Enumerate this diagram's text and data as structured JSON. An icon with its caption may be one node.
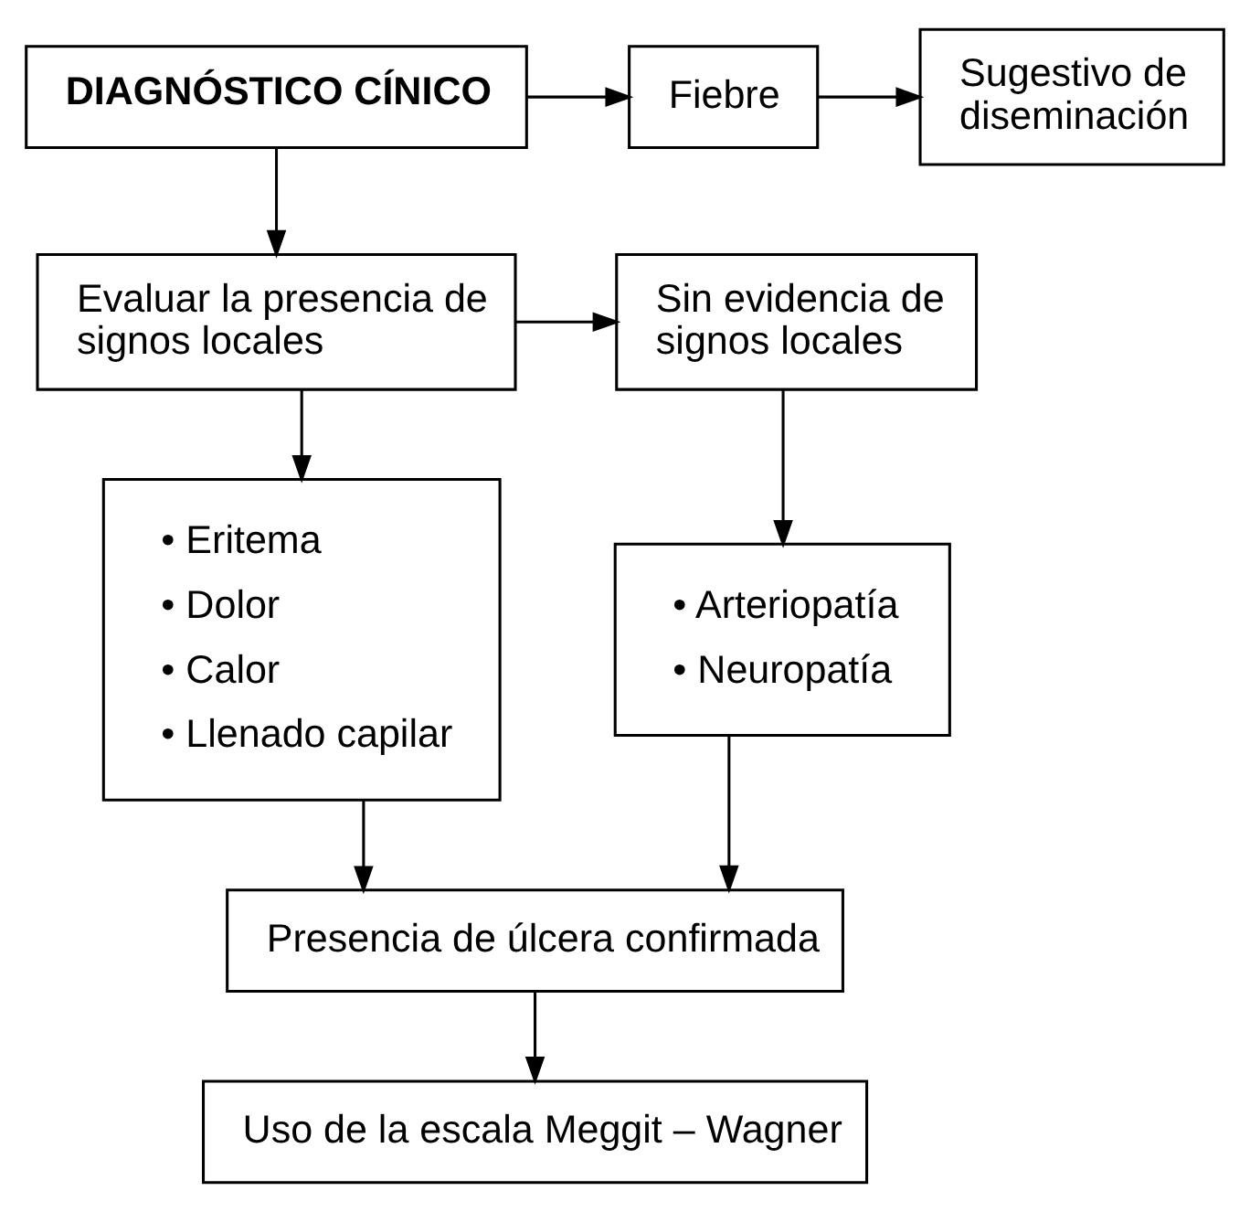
{
  "diagram": {
    "nodes": [
      {
        "text": [
          "DIAGNÓSTICO CÍNICO"
        ]
      },
      {
        "text": [
          "Fiebre"
        ]
      },
      {
        "text": [
          "Sugestivo de diseminación"
        ]
      },
      {
        "text": [
          "Evaluar la presencia de signos locales"
        ]
      },
      {
        "text": [
          "Sin evidencia de signos locales"
        ]
      },
      {
        "text": [
          "• Eritema",
          "• Dolor",
          "• Calor",
          "• Llenado capilar"
        ]
      },
      {
        "text": [
          "• Arteriopatía",
          "• Neuropatía"
        ]
      },
      {
        "text": [
          "Presencia de úlcera confirmada"
        ]
      },
      {
        "text": [
          "Uso de la escala Meggit – Wagner"
        ]
      }
    ],
    "edges": [
      {
        "from": 0,
        "to": 1,
        "arrow": "to"
      },
      {
        "from": 1,
        "to": 2,
        "arrow": "to"
      },
      {
        "from": 0,
        "to": 3,
        "arrow": "to"
      },
      {
        "from": 3,
        "to": 4,
        "arrow": "to"
      },
      {
        "from": 3,
        "to": 5,
        "arrow": "to"
      },
      {
        "from": 4,
        "to": 6,
        "arrow": "to"
      },
      {
        "from": 5,
        "to": 7,
        "arrow": "to"
      },
      {
        "from": 6,
        "to": 7,
        "arrow": "to"
      },
      {
        "from": 7,
        "to": 8,
        "arrow": "to"
      }
    ]
  }
}
